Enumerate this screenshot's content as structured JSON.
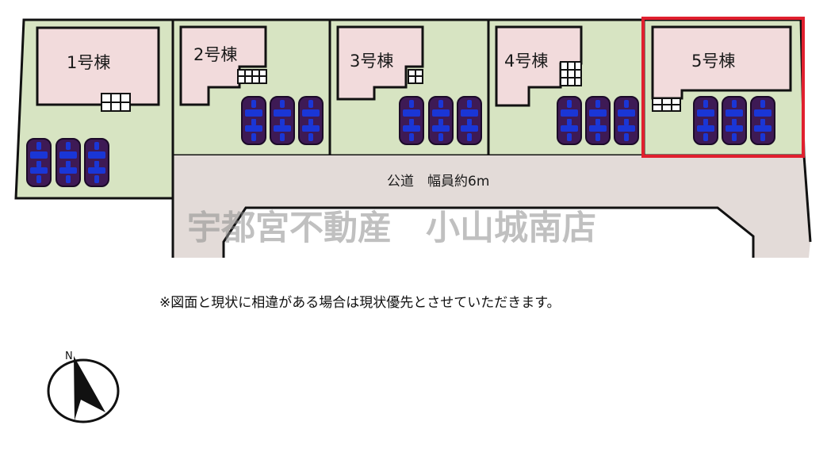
{
  "lots": [
    {
      "label": "1号棟",
      "highlighted": false
    },
    {
      "label": "2号棟",
      "highlighted": false
    },
    {
      "label": "3号棟",
      "highlighted": false
    },
    {
      "label": "4号棟",
      "highlighted": false
    },
    {
      "label": "5号棟",
      "highlighted": true
    }
  ],
  "road_label": "公道　幅員約6m",
  "watermark": "宇都宮不動産　小山城南店",
  "note": "※図面と現状に相違がある場合は現状優先とさせていただきます。",
  "compass": {
    "label": "N"
  },
  "colors": {
    "lot_fill": "#d7e4c2",
    "house_fill": "#f2dbdc",
    "road_fill": "#e3dbd8",
    "car_fill": "#3e1a55",
    "car_window": "#1a36d6",
    "highlight": "#e0202e"
  }
}
